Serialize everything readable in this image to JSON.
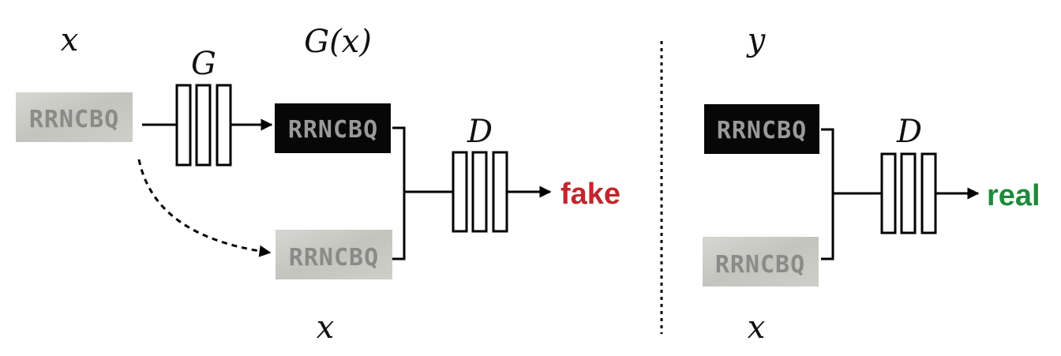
{
  "left_panel": {
    "input_symbol": "x",
    "generator_symbol": "G",
    "generated_symbol": "G(x)",
    "condition_symbol": "x",
    "discriminator_symbol": "D",
    "output_label": "fake",
    "output_color": "#c0272d",
    "input_image_text": "RRNCBQ",
    "generated_image_text": "RRNCBQ",
    "condition_image_text": "RRNCBQ"
  },
  "right_panel": {
    "target_symbol": "y",
    "condition_symbol": "x",
    "discriminator_symbol": "D",
    "output_label": "real",
    "output_color": "#1e8b3c",
    "target_image_text": "RRNCBQ",
    "condition_image_text": "RRNCBQ"
  }
}
